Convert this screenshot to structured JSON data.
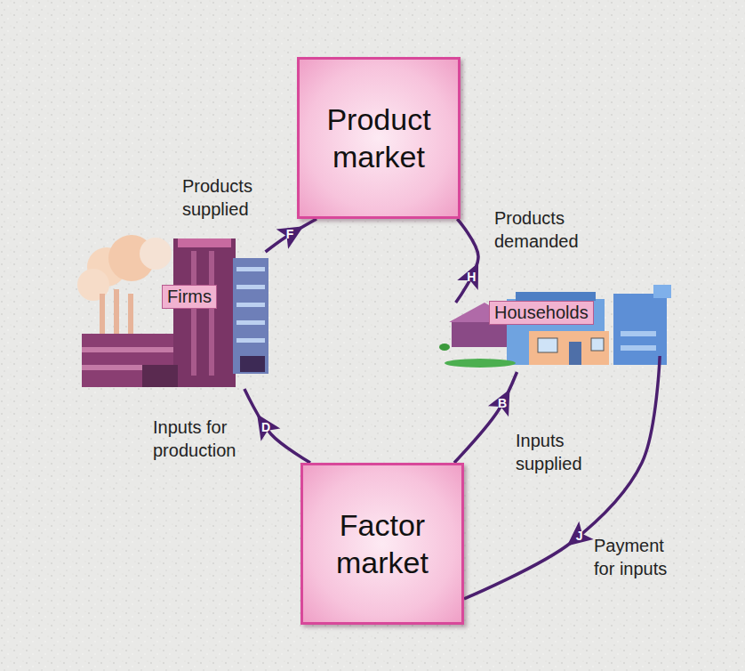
{
  "diagram": {
    "nodes": [
      {
        "text": [
          "Product market"
        ]
      },
      {
        "text": [
          "Firms"
        ]
      },
      {
        "text": [
          "Households"
        ]
      },
      {
        "text": [
          "Factor market"
        ]
      }
    ],
    "edges": [
      {
        "from": 1,
        "to": 0,
        "arrow": "to",
        "label": "Products supplied"
      },
      {
        "from": 2,
        "to": 0,
        "arrow": "to",
        "label": "Products demanded"
      },
      {
        "from": 3,
        "to": 1,
        "arrow": "to",
        "label": "Inputs for production"
      },
      {
        "from": 3,
        "to": 2,
        "arrow": "to",
        "label": "Inputs supplied"
      },
      {
        "from": 2,
        "to": 3,
        "arrow": "to",
        "label": "Payment for inputs"
      }
    ],
    "labels": [
      "F",
      "H",
      "D",
      "B",
      "J"
    ]
  }
}
